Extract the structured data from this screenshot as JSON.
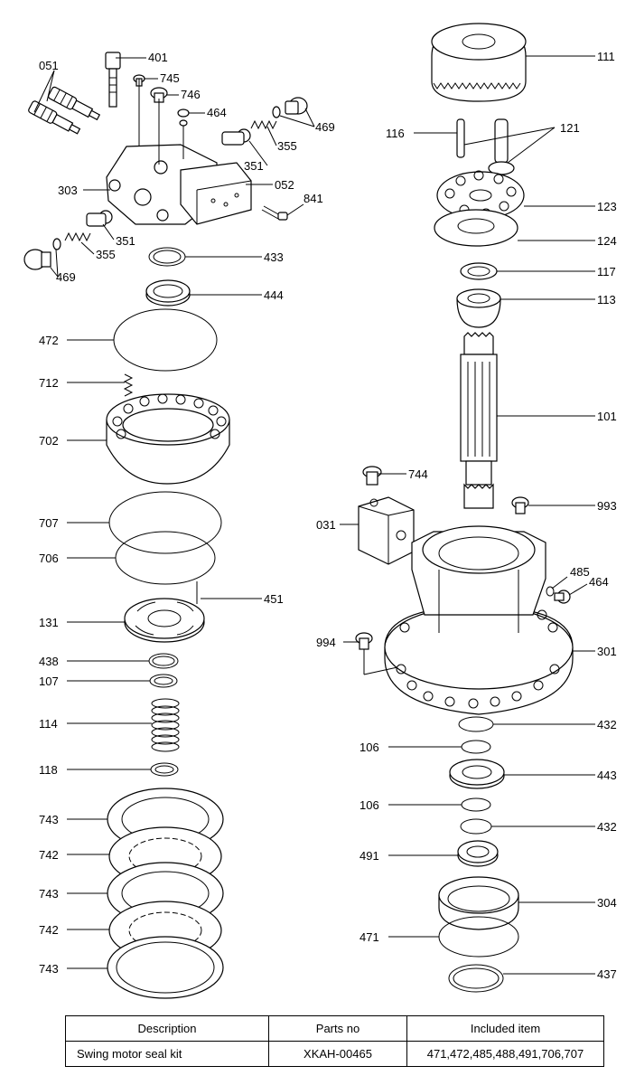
{
  "callouts": [
    {
      "id": "051",
      "label": "051"
    },
    {
      "id": "401",
      "label": "401"
    },
    {
      "id": "745",
      "label": "745"
    },
    {
      "id": "746",
      "label": "746"
    },
    {
      "id": "464a",
      "label": "464"
    },
    {
      "id": "469a",
      "label": "469"
    },
    {
      "id": "355a",
      "label": "355"
    },
    {
      "id": "351a",
      "label": "351"
    },
    {
      "id": "303",
      "label": "303"
    },
    {
      "id": "052",
      "label": "052"
    },
    {
      "id": "841",
      "label": "841"
    },
    {
      "id": "351b",
      "label": "351"
    },
    {
      "id": "355b",
      "label": "355"
    },
    {
      "id": "469b",
      "label": "469"
    },
    {
      "id": "433",
      "label": "433"
    },
    {
      "id": "444",
      "label": "444"
    },
    {
      "id": "472",
      "label": "472"
    },
    {
      "id": "712",
      "label": "712"
    },
    {
      "id": "702",
      "label": "702"
    },
    {
      "id": "707",
      "label": "707"
    },
    {
      "id": "706",
      "label": "706"
    },
    {
      "id": "451",
      "label": "451"
    },
    {
      "id": "131",
      "label": "131"
    },
    {
      "id": "438",
      "label": "438"
    },
    {
      "id": "107",
      "label": "107"
    },
    {
      "id": "114",
      "label": "114"
    },
    {
      "id": "118",
      "label": "118"
    },
    {
      "id": "743a",
      "label": "743"
    },
    {
      "id": "742a",
      "label": "742"
    },
    {
      "id": "743b",
      "label": "743"
    },
    {
      "id": "742b",
      "label": "742"
    },
    {
      "id": "743c",
      "label": "743"
    },
    {
      "id": "111",
      "label": "111"
    },
    {
      "id": "116",
      "label": "116"
    },
    {
      "id": "121",
      "label": "121"
    },
    {
      "id": "123",
      "label": "123"
    },
    {
      "id": "124",
      "label": "124"
    },
    {
      "id": "117",
      "label": "117"
    },
    {
      "id": "113",
      "label": "113"
    },
    {
      "id": "101",
      "label": "101"
    },
    {
      "id": "744",
      "label": "744"
    },
    {
      "id": "993",
      "label": "993"
    },
    {
      "id": "031",
      "label": "031"
    },
    {
      "id": "485",
      "label": "485"
    },
    {
      "id": "464b",
      "label": "464"
    },
    {
      "id": "994",
      "label": "994"
    },
    {
      "id": "301",
      "label": "301"
    },
    {
      "id": "432a",
      "label": "432"
    },
    {
      "id": "106a",
      "label": "106"
    },
    {
      "id": "443",
      "label": "443"
    },
    {
      "id": "106b",
      "label": "106"
    },
    {
      "id": "432b",
      "label": "432"
    },
    {
      "id": "491",
      "label": "491"
    },
    {
      "id": "304",
      "label": "304"
    },
    {
      "id": "471",
      "label": "471"
    },
    {
      "id": "437",
      "label": "437"
    }
  ],
  "table": {
    "headers": [
      "Description",
      "Parts no",
      "Included item"
    ],
    "rows": [
      [
        "Swing motor seal kit",
        "XKAH-00465",
        "471,472,485,488,491,706,707"
      ]
    ]
  }
}
